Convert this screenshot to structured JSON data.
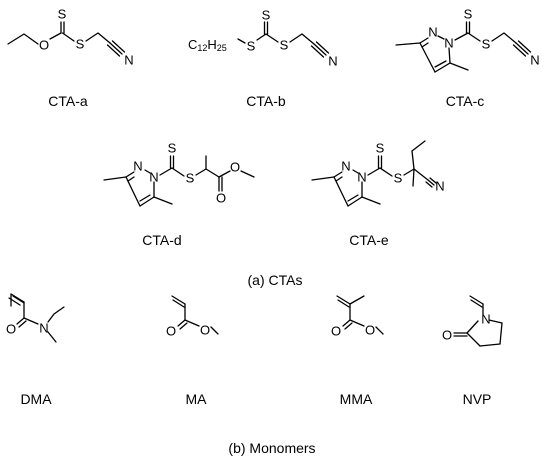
{
  "ctas": {
    "a": {
      "name": "CTA-a"
    },
    "b": {
      "name": "CTA-b",
      "chain_main": "C",
      "chain_sub1": "12",
      "chain_mid": "H",
      "chain_sub2": "25"
    },
    "c": {
      "name": "CTA-c"
    },
    "d": {
      "name": "CTA-d"
    },
    "e": {
      "name": "CTA-e"
    }
  },
  "monomers": {
    "dma": {
      "name": "DMA"
    },
    "ma": {
      "name": "MA"
    },
    "mma": {
      "name": "MMA"
    },
    "nvp": {
      "name": "NVP"
    }
  },
  "atoms": {
    "S": "S",
    "O": "O",
    "N": "N"
  },
  "captions": {
    "ctas": "(a) CTAs",
    "monomers": "(b) Monomers"
  }
}
